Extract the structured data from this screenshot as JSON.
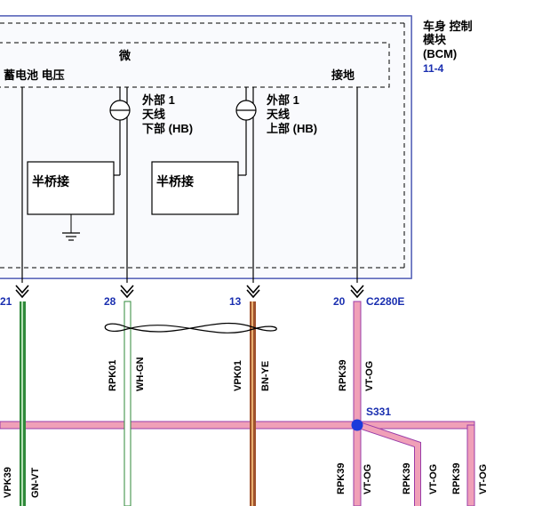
{
  "module": {
    "title_line1": "车身 控制",
    "title_line2": "模块",
    "title_line3": "(BCM)",
    "page_ref": "11-4",
    "micro_label": "微",
    "battery_label": "蓄电池 电压",
    "ground_label": "接地"
  },
  "antennas": [
    {
      "line1": "外部 1",
      "line2": "天线",
      "line3": "下部 (HB)"
    },
    {
      "line1": "外部 1",
      "line2": "天线",
      "line3": "上部 (HB)"
    }
  ],
  "half_bridges": [
    "半桥接",
    "半桥接"
  ],
  "pins": [
    "21",
    "28",
    "13",
    "20"
  ],
  "connector": "C2280E",
  "splice": "S331",
  "wires_upper": [
    {
      "circuit": "RPK01",
      "color": "WH-GN"
    },
    {
      "circuit": "VPK01",
      "color": "BN-YE"
    },
    {
      "circuit": "RPK39",
      "color": "VT-OG"
    }
  ],
  "wires_lower": [
    {
      "circuit": "VPK39",
      "color": "GN-VT"
    },
    {
      "circuit": "RPK39",
      "color": "VT-OG"
    },
    {
      "circuit": "RPK39",
      "color": "VT-OG"
    },
    {
      "circuit": "RPK39",
      "color": "VT-OG"
    }
  ],
  "colors": {
    "frame": "#2b3aa6",
    "pink": "#f0a0b8",
    "violet": "#9a3ca8",
    "green": "#2f8a3a",
    "brown": "#a0522d"
  }
}
